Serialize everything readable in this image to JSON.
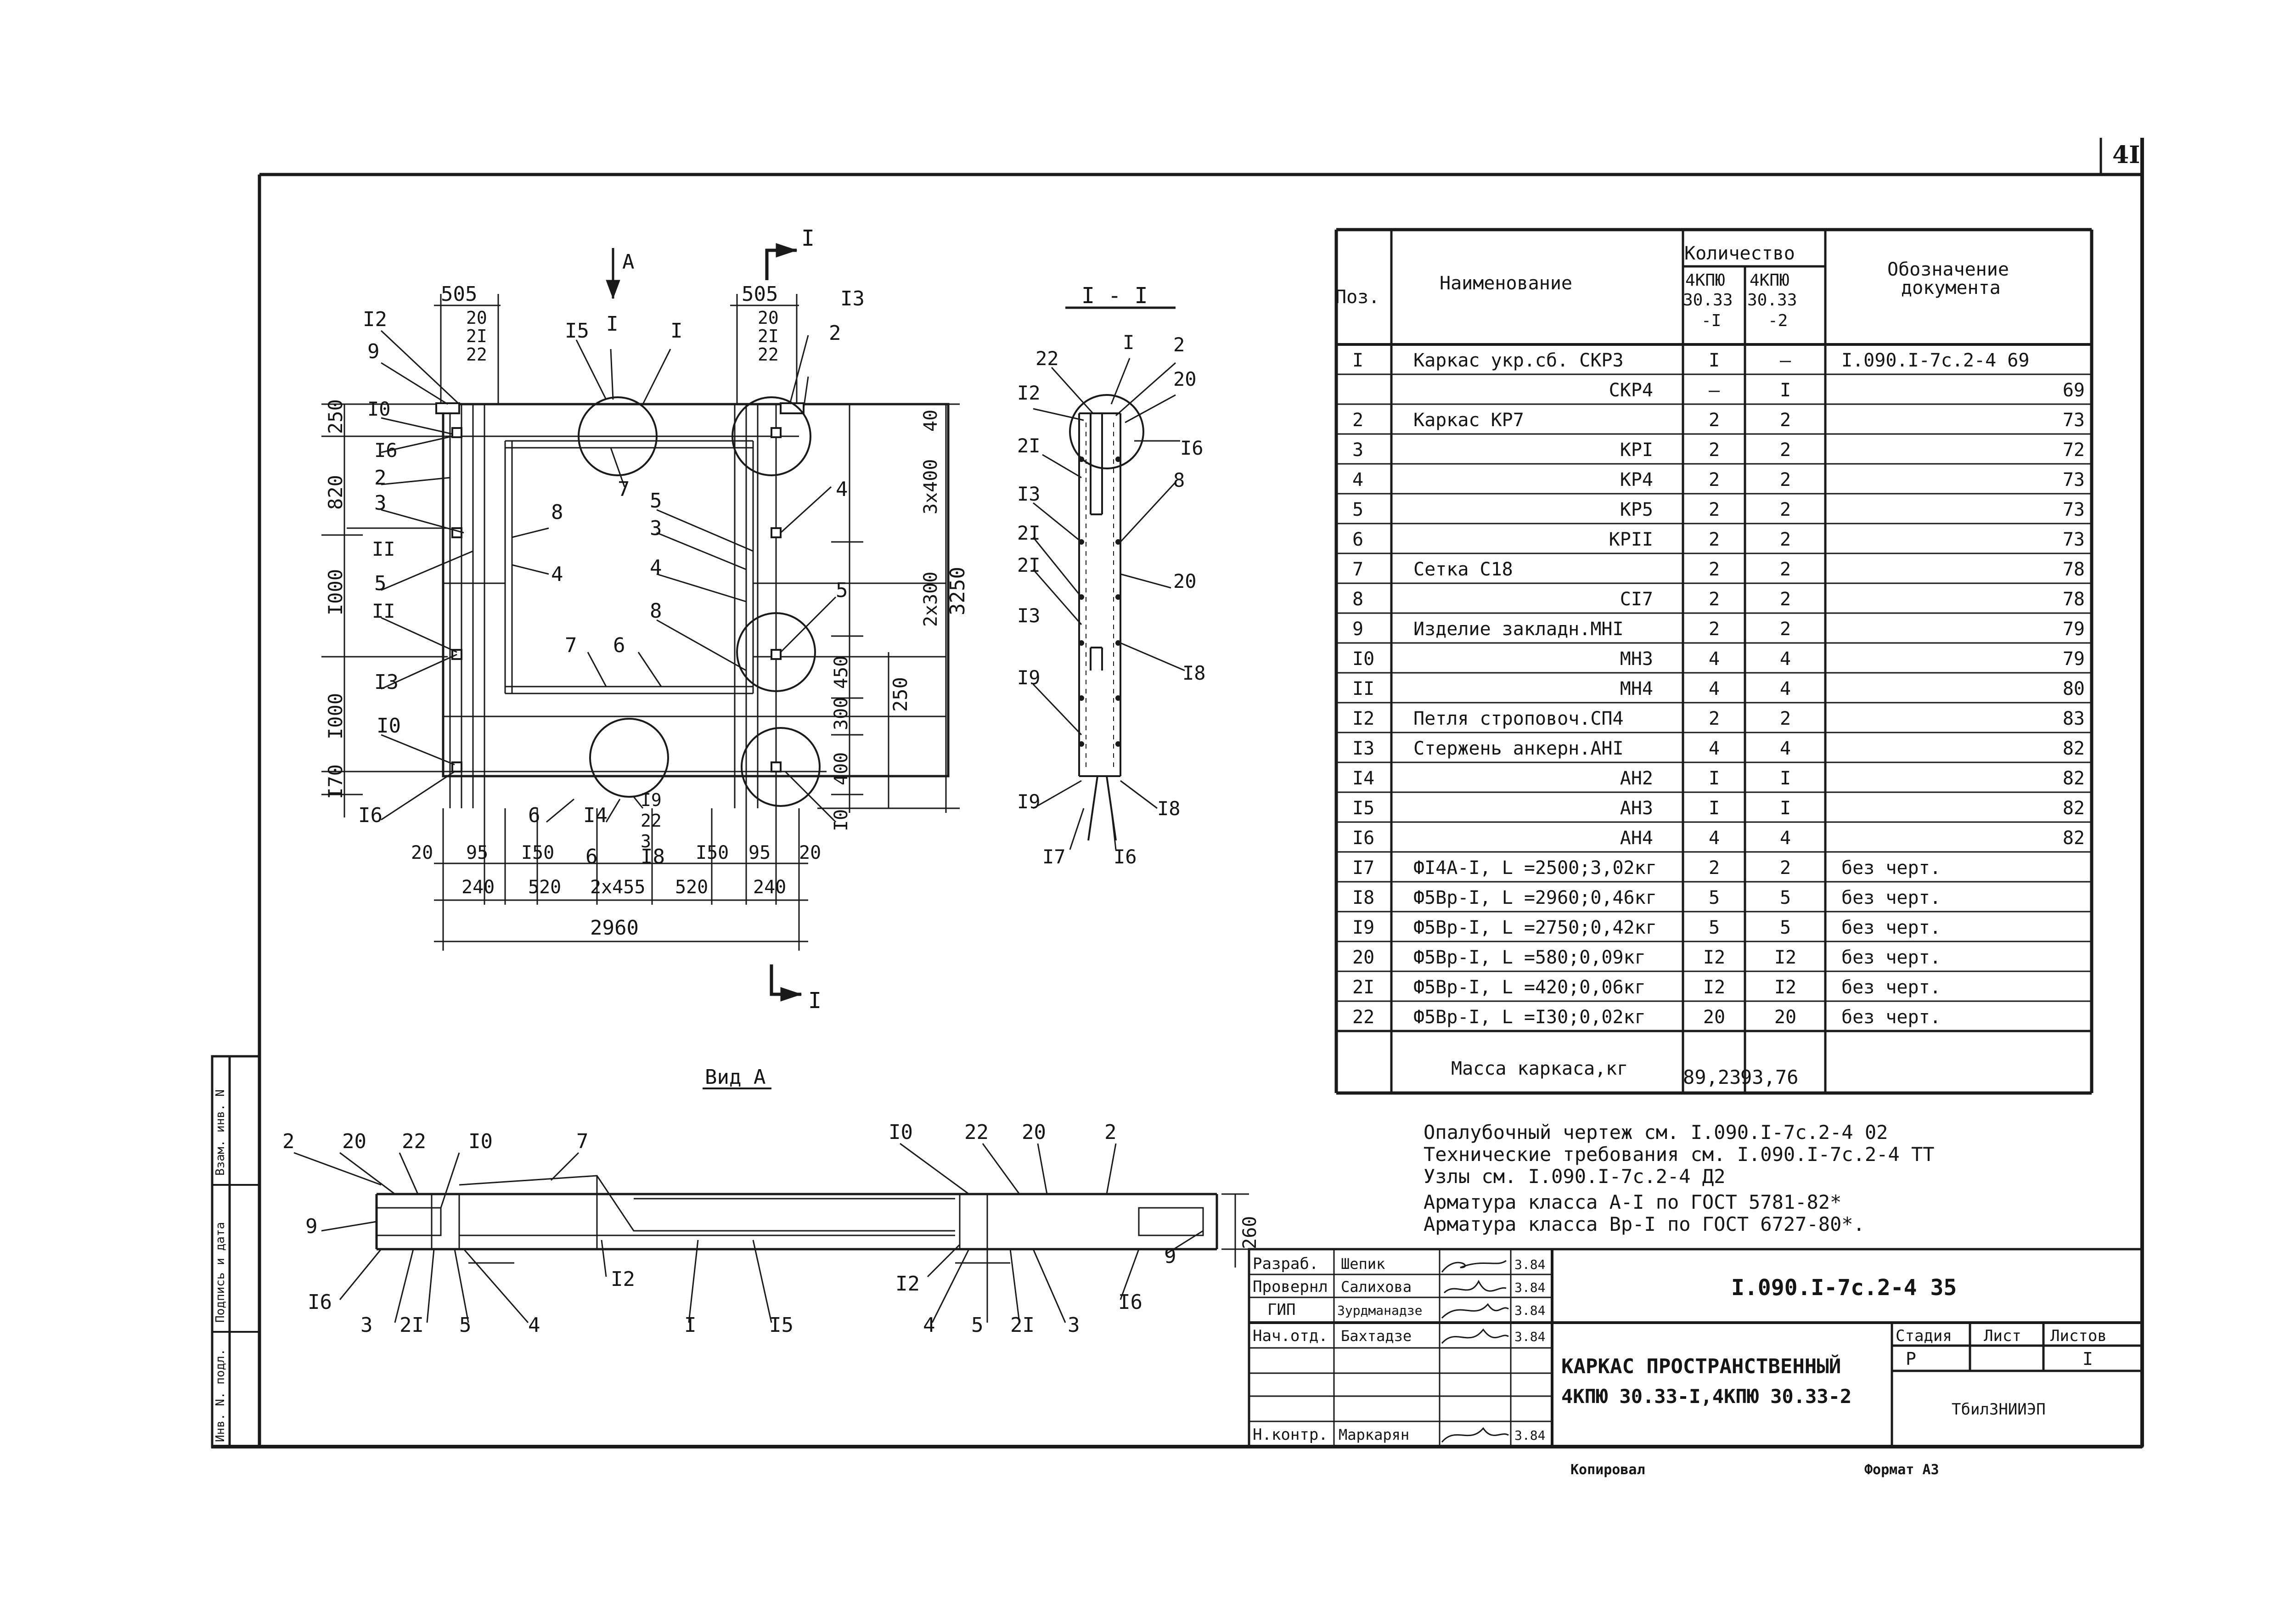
{
  "sheet_number": "4I",
  "plan": {
    "section_labels": [
      "I",
      "I"
    ],
    "view_arrow_label": "А",
    "top_dims": [
      "505",
      "505"
    ],
    "left_dims": [
      "250",
      "820",
      "I000",
      "I000",
      "I70"
    ],
    "right_dims": [
      "40",
      "3x400",
      "2x300",
      "450",
      "300",
      "400",
      "I0"
    ],
    "right_total": "3250",
    "right_inner": "250",
    "bottom_dims": [
      "20",
      "95",
      "I50",
      "240",
      "520",
      "2x455",
      "520",
      "I50",
      "95",
      "240",
      "20"
    ],
    "bottom_total": "2960",
    "callouts": [
      "I2",
      "9",
      "I0",
      "I6",
      "2",
      "3",
      "II",
      "5",
      "II",
      "I3",
      "I0",
      "I6",
      "20",
      "2I",
      "22",
      "20",
      "2I",
      "22",
      "I5",
      "I",
      "I",
      "7",
      "8",
      "4",
      "5",
      "3",
      "4",
      "8",
      "7",
      "6",
      "6",
      "I4",
      "6",
      "I8",
      "I9",
      "22",
      "3",
      "I3",
      "2",
      "4",
      "5"
    ]
  },
  "section": {
    "title": "I - I",
    "callouts": [
      "22",
      "I",
      "2",
      "20",
      "I2",
      "I6",
      "2I",
      "8",
      "I3",
      "2I",
      "20",
      "2I",
      "I3",
      "I8",
      "I9",
      "I9",
      "I7",
      "I6",
      "I8"
    ]
  },
  "view_a": {
    "title": "Вид А",
    "callouts": [
      "2",
      "20",
      "22",
      "I0",
      "7",
      "9",
      "I6",
      "3",
      "2I",
      "5",
      "4",
      "I2",
      "I",
      "I5",
      "I0",
      "22",
      "20",
      "2",
      "I2",
      "4",
      "5",
      "2I",
      "3",
      "9",
      "I6"
    ],
    "height_dim": "260"
  },
  "spec_table": {
    "headers": {
      "pos": "Поз.",
      "name": "Наименование",
      "qty": "Количество",
      "col1": [
        "4КПЮ",
        "30.33",
        "-I"
      ],
      "col2": [
        "4КПЮ",
        "30.33",
        "-2"
      ],
      "doc": [
        "Обозначение",
        "документа"
      ]
    },
    "rows": [
      {
        "pos": "I",
        "name": "Каркас укр.сб. СКР3",
        "q1": "I",
        "q2": "–",
        "doc": "I.090.I-7с.2-4 69"
      },
      {
        "pos": "",
        "name": "СКР4",
        "q1": "–",
        "q2": "I",
        "doc": "69"
      },
      {
        "pos": "2",
        "name": "Каркас КР7",
        "q1": "2",
        "q2": "2",
        "doc": "73"
      },
      {
        "pos": "3",
        "name": "КРI",
        "q1": "2",
        "q2": "2",
        "doc": "72"
      },
      {
        "pos": "4",
        "name": "КР4",
        "q1": "2",
        "q2": "2",
        "doc": "73"
      },
      {
        "pos": "5",
        "name": "КР5",
        "q1": "2",
        "q2": "2",
        "doc": "73"
      },
      {
        "pos": "6",
        "name": "КРII",
        "q1": "2",
        "q2": "2",
        "doc": "73"
      },
      {
        "pos": "7",
        "name": "Сетка С18",
        "q1": "2",
        "q2": "2",
        "doc": "78"
      },
      {
        "pos": "8",
        "name": "СI7",
        "q1": "2",
        "q2": "2",
        "doc": "78"
      },
      {
        "pos": "9",
        "name": "Изделие закладн.МНI",
        "q1": "2",
        "q2": "2",
        "doc": "79"
      },
      {
        "pos": "I0",
        "name": "МН3",
        "q1": "4",
        "q2": "4",
        "doc": "79"
      },
      {
        "pos": "II",
        "name": "МН4",
        "q1": "4",
        "q2": "4",
        "doc": "80"
      },
      {
        "pos": "I2",
        "name": "Петля строповоч.СП4",
        "q1": "2",
        "q2": "2",
        "doc": "83"
      },
      {
        "pos": "I3",
        "name": "Стержень анкерн.АНI",
        "q1": "4",
        "q2": "4",
        "doc": "82"
      },
      {
        "pos": "I4",
        "name": "АН2",
        "q1": "I",
        "q2": "I",
        "doc": "82"
      },
      {
        "pos": "I5",
        "name": "АН3",
        "q1": "I",
        "q2": "I",
        "doc": "82"
      },
      {
        "pos": "I6",
        "name": "АН4",
        "q1": "4",
        "q2": "4",
        "doc": "82"
      },
      {
        "pos": "I7",
        "name": "ФI4А-I, L =2500;3,02кг",
        "q1": "2",
        "q2": "2",
        "doc": "без черт."
      },
      {
        "pos": "I8",
        "name": "Ф5Вр-I, L =2960;0,46кг",
        "q1": "5",
        "q2": "5",
        "doc": "без черт."
      },
      {
        "pos": "I9",
        "name": "Ф5Вр-I, L =2750;0,42кг",
        "q1": "5",
        "q2": "5",
        "doc": "без черт."
      },
      {
        "pos": "20",
        "name": "Ф5Вр-I, L =580;0,09кг",
        "q1": "I2",
        "q2": "I2",
        "doc": "без черт."
      },
      {
        "pos": "2I",
        "name": "Ф5Вр-I, L =420;0,06кг",
        "q1": "I2",
        "q2": "I2",
        "doc": "без черт."
      },
      {
        "pos": "22",
        "name": "Ф5Вр-I, L =I30;0,02кг",
        "q1": "20",
        "q2": "20",
        "doc": "без черт."
      }
    ],
    "mass_label": "Масса каркаса,кг",
    "mass1": "89,23",
    "mass2": "93,76"
  },
  "notes": [
    "Опалубочный чертеж см. I.090.I-7с.2-4 02",
    "Технические требования см. I.090.I-7с.2-4 ТТ",
    "Узлы см. I.090.I-7с.2-4 Д2",
    "Арматура класса А-I по ГОСТ 5781-82*",
    "Арматура класса Вр-I по ГОСТ 6727-80*."
  ],
  "side_stamp": [
    "Инв. N. подл.",
    "Подпись и дата",
    "Взам. инв. N"
  ],
  "title_block": {
    "roles": [
      "Разраб.",
      "Провернл",
      "ГИП",
      "Нач.отд.",
      "",
      "",
      "Н.контр."
    ],
    "names": [
      "Шепик",
      "Салихова",
      "Зурдманадзе",
      "Бахтадзе",
      "",
      "",
      "Маркарян"
    ],
    "dates": [
      "3.84",
      "3.84",
      "3.84",
      "3.84",
      "",
      "",
      "3.84"
    ],
    "code": "I.090.I-7с.2-4 35",
    "title_line1": "КАРКАС ПРОСТРАНСТВЕННЫЙ",
    "title_line2": "4КПЮ 30.33-I,4КПЮ 30.33-2",
    "stage_header": "Стадия",
    "sheet_header": "Лист",
    "sheets_header": "Листов",
    "stage": "Р",
    "sheet": "",
    "sheets": "I",
    "org": "ТбилЗНИИЭП"
  },
  "footer": {
    "copied": "Копировал",
    "format": "Формат А3"
  }
}
